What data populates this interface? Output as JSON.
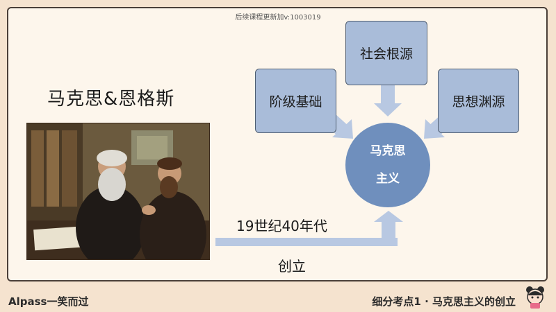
{
  "watermark": "后续课程更新加v:1003019",
  "slide": {
    "title": "马克思&恩格斯",
    "painting_icon": "portrait-painting",
    "roots": {
      "social": "社会根源",
      "class": "阶级基础",
      "thought": "思想渊源"
    },
    "center_line1": "马克思",
    "center_line2": "主义",
    "era": "19世纪40年代",
    "founded": "创立"
  },
  "footer": {
    "left_label": "Alpass一笑而过",
    "right_label": "细分考点1 · 马克思主义的创立",
    "mascot_icon": "girl-mascot"
  },
  "colors": {
    "box_fill": "#a9bcd9",
    "circle_fill": "#6f8fbd",
    "arrow": "#b8c8e2",
    "background": "#f5e3cf"
  }
}
